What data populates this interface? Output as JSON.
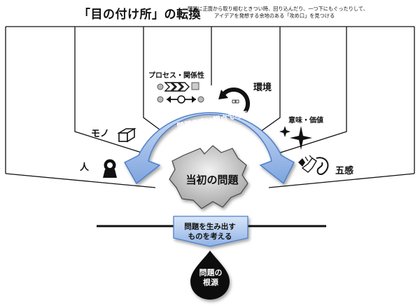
{
  "title": "「目の付け所」の転換",
  "subtitle_lines": [
    "問題に正面から取り組むときつい時、回り込んだり、一つ下にもぐったりして、",
    "アイデアを発想する余地のある「攻め口」を見つける"
  ],
  "segments": {
    "person": "人",
    "thing": "モノ",
    "process": "プロセス・関係性",
    "environment": "環境",
    "meaning": "意味・価値",
    "senses": "五感"
  },
  "arc_label": "問題を広い観点で考える",
  "center_label": "当初の問題",
  "box_lines": [
    "問題を生み出す",
    "ものを考える"
  ],
  "drop_lines": [
    "問題の",
    "根源"
  ],
  "colors": {
    "arrow_fill": "#8fb2e6",
    "arrow_stroke": "#4f7fc9",
    "drop": "#0d0d0d",
    "line": "#111111"
  }
}
